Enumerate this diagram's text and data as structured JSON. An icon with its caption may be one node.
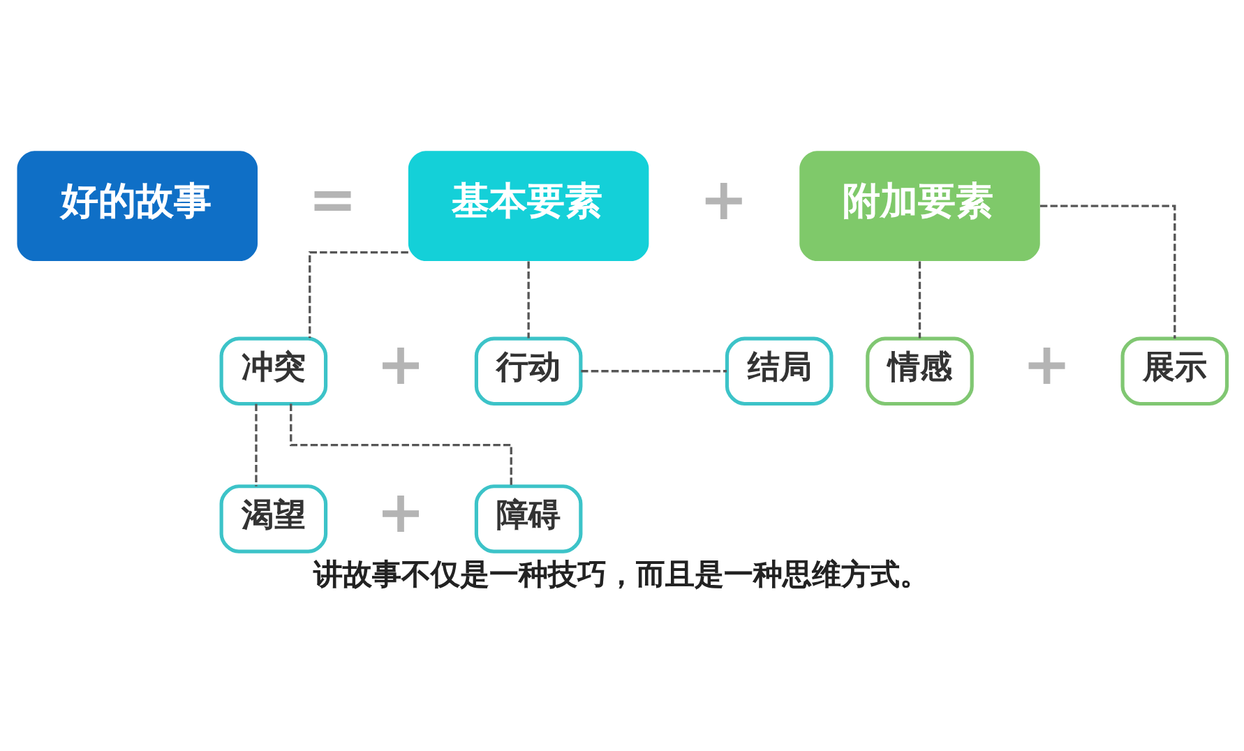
{
  "diagram": {
    "caption": "讲故事不仅是一种技巧，而且是一种思维方式。",
    "nodes": [
      {
        "text": [
          "好的故事"
        ]
      },
      {
        "text": [
          "基本要素"
        ]
      },
      {
        "text": [
          "附加要素"
        ]
      },
      {
        "text": [
          "冲突"
        ]
      },
      {
        "text": [
          "行动"
        ]
      },
      {
        "text": [
          "结局"
        ]
      },
      {
        "text": [
          "情感"
        ]
      },
      {
        "text": [
          "展示"
        ]
      },
      {
        "text": [
          "渴望"
        ]
      },
      {
        "text": [
          "障碍"
        ]
      }
    ],
    "edges": [
      {
        "from": 1,
        "to": 3,
        "arrow": "none",
        "style": "dashed"
      },
      {
        "from": 1,
        "to": 4,
        "arrow": "none",
        "style": "dashed"
      },
      {
        "from": 4,
        "to": 5,
        "arrow": "none",
        "style": "dashed"
      },
      {
        "from": 2,
        "to": 6,
        "arrow": "none",
        "style": "dashed"
      },
      {
        "from": 2,
        "to": 7,
        "arrow": "none",
        "style": "dashed"
      },
      {
        "from": 3,
        "to": 8,
        "arrow": "none",
        "style": "dashed"
      },
      {
        "from": 3,
        "to": 9,
        "arrow": "none",
        "style": "dashed"
      }
    ],
    "labels": [
      "=",
      "+",
      "+",
      "+",
      "+"
    ]
  }
}
